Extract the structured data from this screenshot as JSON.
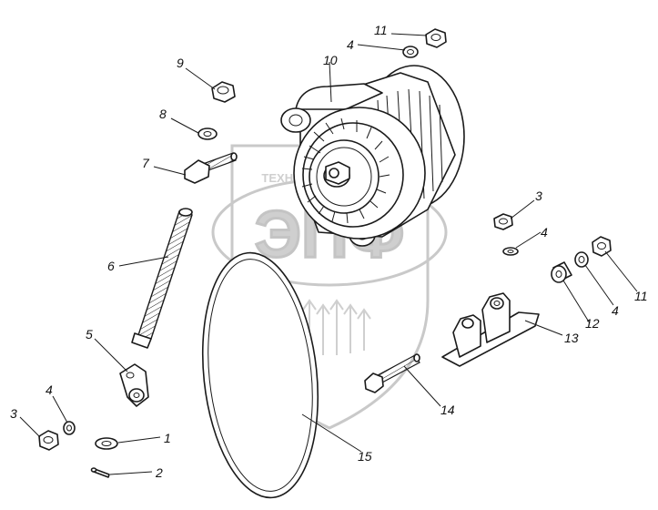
{
  "watermark": {
    "top_text": "ТЕХНИКА И ЗАПЧАСТИ",
    "logo_text": "ЭПФ",
    "colors": {
      "stroke": "#c9c9c9",
      "fill": "#e9e9e9"
    }
  },
  "callouts": {
    "c1": "1",
    "c2": "2",
    "c3a": "3",
    "c3b": "3",
    "c4a": "4",
    "c4b": "4",
    "c4c": "4",
    "c4d": "4",
    "c5": "5",
    "c6": "6",
    "c7": "7",
    "c8": "8",
    "c9": "9",
    "c10": "10",
    "c11a": "11",
    "c11b": "11",
    "c12": "12",
    "c13": "13",
    "c14": "14",
    "c15": "15"
  },
  "colors": {
    "line": "#1a1a1a",
    "background": "#ffffff"
  }
}
